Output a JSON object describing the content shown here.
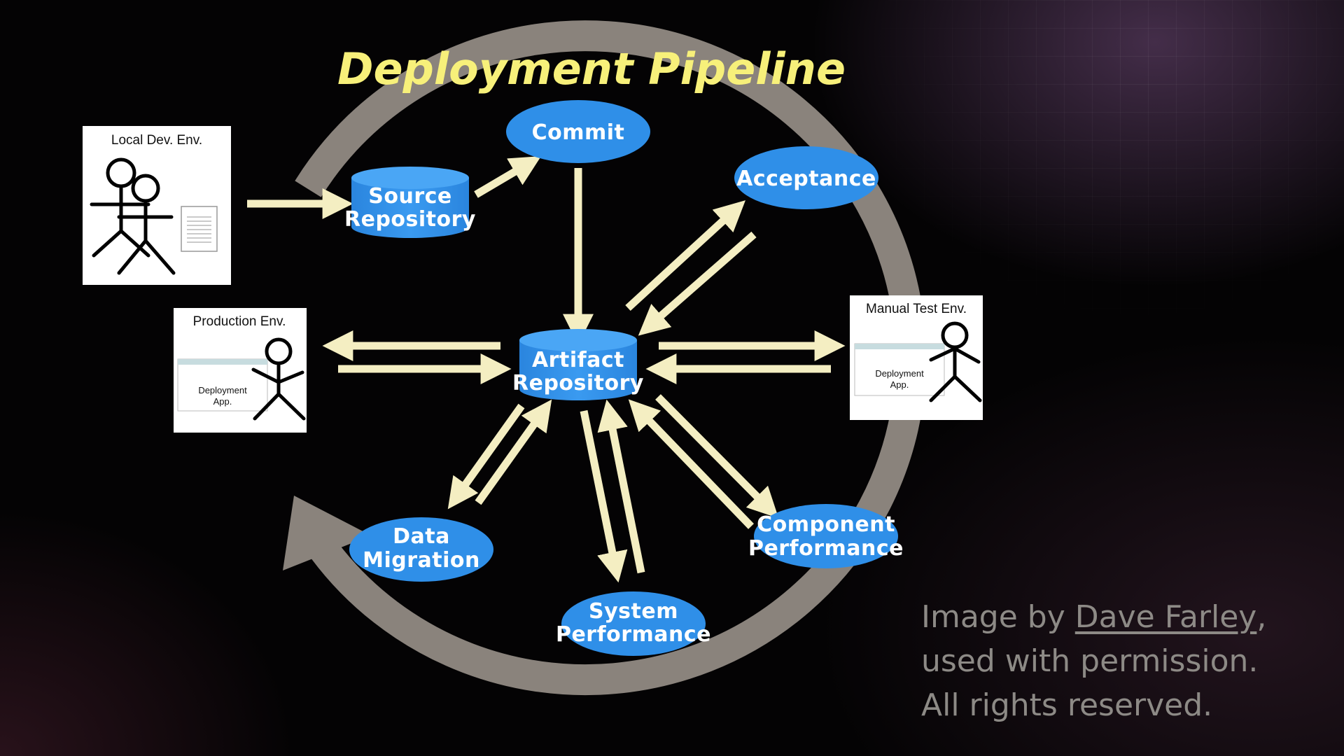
{
  "title": "Deployment Pipeline",
  "nodes": {
    "commit": "Commit",
    "acceptance": "Acceptance",
    "source_repo": [
      "Source",
      "Repository"
    ],
    "artifact_repo": [
      "Artifact",
      "Repository"
    ],
    "data_migration": [
      "Data",
      "Migration"
    ],
    "system_performance": [
      "System",
      "Performance"
    ],
    "component_performance": [
      "Component",
      "Performance"
    ]
  },
  "environments": {
    "local_dev": "Local Dev. Env.",
    "production": "Production Env.",
    "manual_test": "Manual Test Env.",
    "deployment_app": [
      "Deployment",
      "App."
    ]
  },
  "credit": {
    "prefix": "Image by ",
    "author": "Dave Farley",
    "suffix": ",",
    "line2": "used with permission.",
    "line3": "All rights reserved."
  },
  "colors": {
    "node_fill": "#2f8fe8",
    "arrow": "#f4eec2",
    "cycle_arrow": "#8a837c",
    "title": "#f7f07a",
    "background": "#040304"
  }
}
